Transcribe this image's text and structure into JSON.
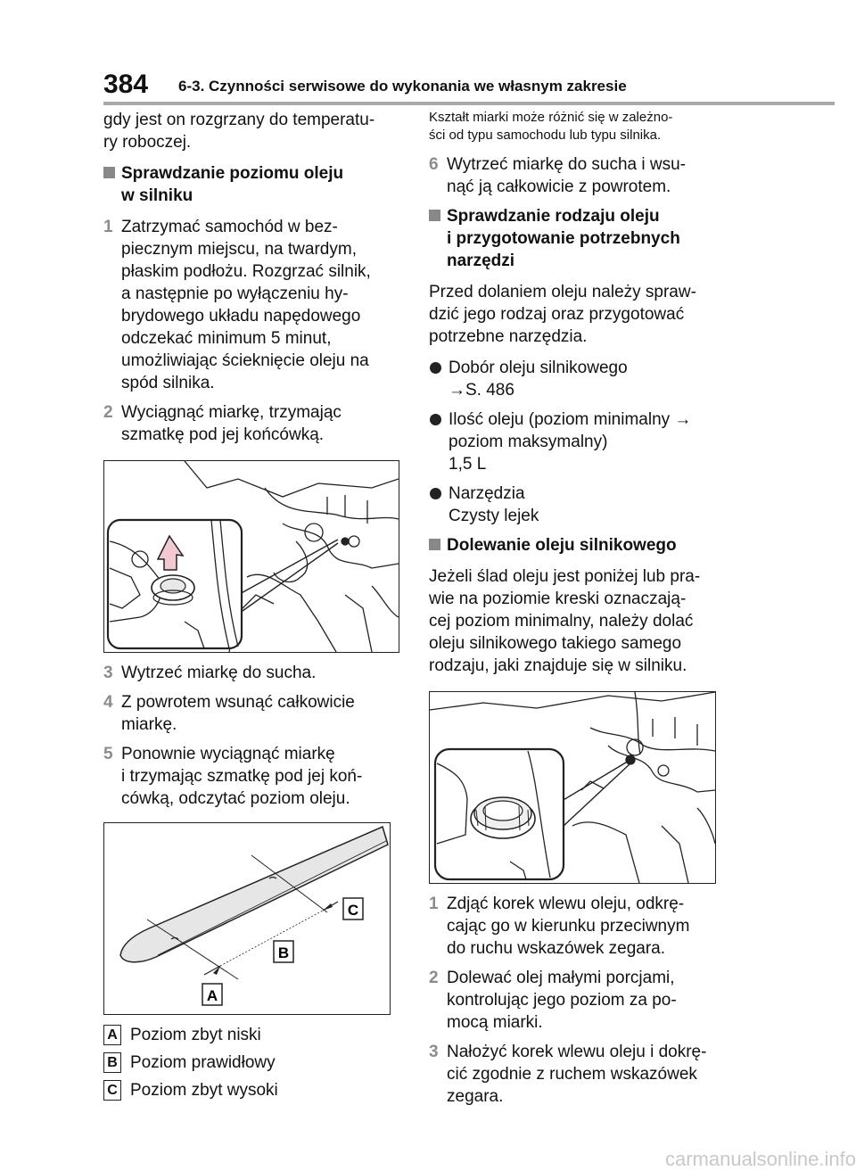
{
  "header": {
    "page_number": "384",
    "section_title": "6-3. Czynności serwisowe do wykonania we własnym zakresie"
  },
  "left": {
    "intro_line1": "gdy jest on rozgrzany do temperatu-",
    "intro_line2": "ry roboczej.",
    "heading1_line1": "Sprawdzanie poziomu oleju",
    "heading1_line2": "w silniku",
    "steps": [
      {
        "num": "1",
        "lines": [
          "Zatrzymać samochód w bez-",
          "piecznym miejscu, na twardym,",
          "płaskim podłożu. Rozgrzać silnik,",
          "a następnie po wyłączeniu hy-",
          "brydowego układu napędowego",
          "odczekać minimum 5 minut,",
          "umożliwiając ścieknięcie oleju na",
          "spód silnika."
        ]
      },
      {
        "num": "2",
        "lines": [
          "Wyciągnąć miarkę, trzymając",
          "szmatkę pod jej końcówką."
        ]
      },
      {
        "num": "3",
        "lines": [
          "Wytrzeć miarkę do sucha."
        ]
      },
      {
        "num": "4",
        "lines": [
          "Z powrotem wsunąć całkowicie",
          "miarkę."
        ]
      },
      {
        "num": "5",
        "lines": [
          "Ponownie wyciągnąć miarkę",
          "i trzymając szmatkę pod jej koń-",
          "cówką, odczytać poziom oleju."
        ]
      }
    ],
    "dipstick_labels": {
      "a": "A",
      "b": "B",
      "c": "C"
    },
    "legend": [
      {
        "label": "A",
        "text": "Poziom zbyt niski"
      },
      {
        "label": "B",
        "text": "Poziom prawidłowy"
      },
      {
        "label": "C",
        "text": "Poziom zbyt wysoki"
      }
    ]
  },
  "right": {
    "note_line1": "Kształt miarki może różnić się w zależno-",
    "note_line2": "ści od typu samochodu lub typu silnika.",
    "step6": {
      "num": "6",
      "lines": [
        "Wytrzeć miarkę do sucha i wsu-",
        "nąć ją całkowicie z powrotem."
      ]
    },
    "heading2_lines": [
      "Sprawdzanie rodzaju oleju",
      "i przygotowanie potrzebnych",
      "narzędzi"
    ],
    "para2_lines": [
      "Przed dolaniem oleju należy spraw-",
      "dzić jego rodzaj oraz przygotować",
      "potrzebne narzędzia."
    ],
    "bullets": [
      {
        "lines": [
          "Dobór oleju silnikowego",
          "→S. 486"
        ]
      },
      {
        "lines": [
          "Ilość oleju (poziom minimalny →",
          "poziom maksymalny)",
          "1,5 L"
        ]
      },
      {
        "lines": [
          "Narzędzia",
          "Czysty lejek"
        ]
      }
    ],
    "heading3": "Dolewanie oleju silnikowego",
    "para3_lines": [
      "Jeżeli ślad oleju jest poniżej lub pra-",
      "wie na poziomie kreski oznaczają-",
      "cej poziom minimalny, należy dolać",
      "oleju silnikowego takiego samego",
      "rodzaju, jaki znajduje się w silniku."
    ],
    "steps": [
      {
        "num": "1",
        "lines": [
          "Zdjąć korek wlewu oleju, odkrę-",
          "cając go w kierunku przeciwnym",
          "do ruchu wskazówek zegara."
        ]
      },
      {
        "num": "2",
        "lines": [
          "Dolewać olej małymi porcjami,",
          "kontrolując jego poziom za po-",
          "mocą miarki."
        ]
      },
      {
        "num": "3",
        "lines": [
          "Nałożyć korek wlewu oleju i dokrę-",
          "cić zgodnie z ruchem wskazówek",
          "zegara."
        ]
      }
    ]
  },
  "watermark": "carmanualsonline.info"
}
